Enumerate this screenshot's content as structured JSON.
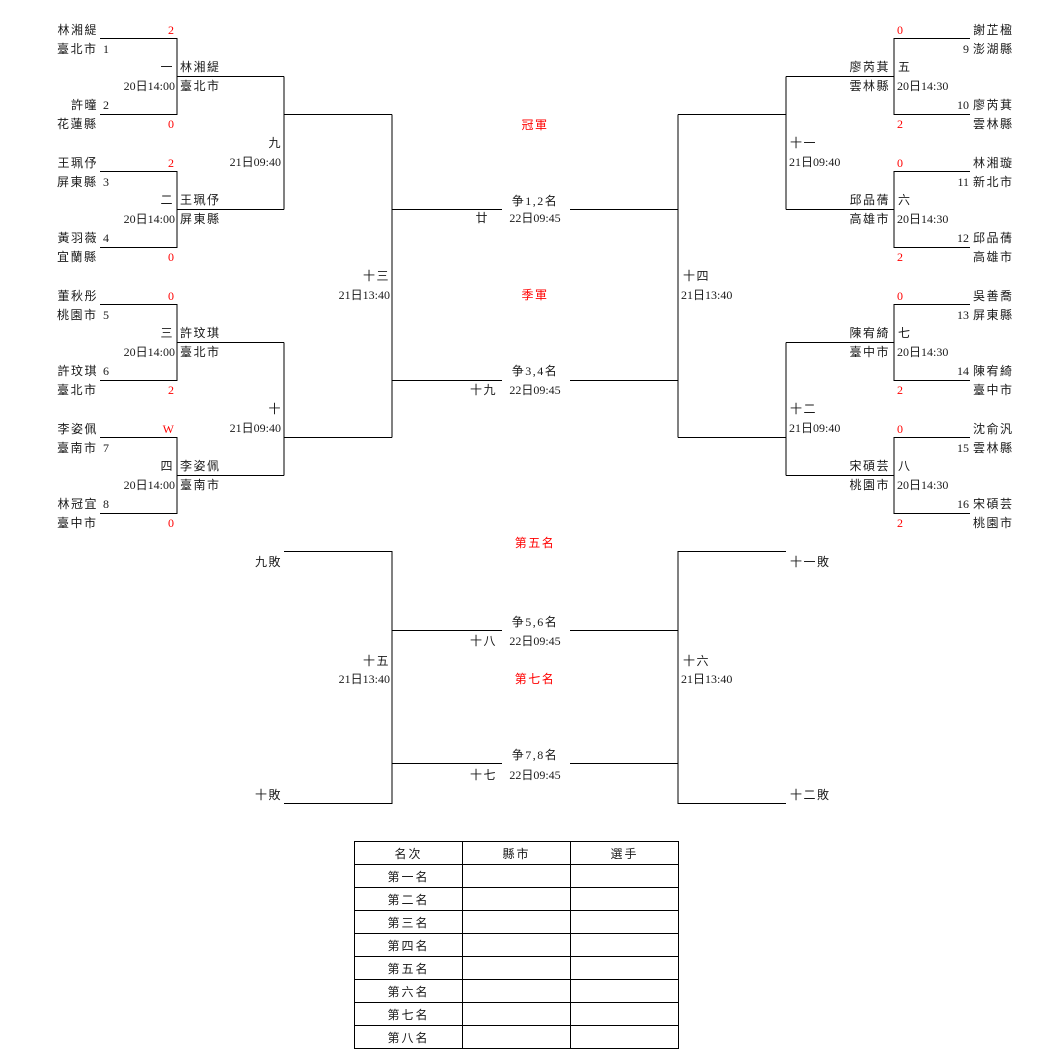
{
  "colors": {
    "accent_red": "#ff0000",
    "line": "#000000",
    "text": "#1a1a1a"
  },
  "bracket": {
    "left": {
      "matches": [
        {
          "label": "一",
          "time": "20日14:00",
          "top": {
            "name": "林湘緹",
            "city": "臺北市",
            "seed": "1",
            "score": "2"
          },
          "bottom": {
            "name": "許曈",
            "city": "花蓮縣",
            "seed": "2",
            "score": "0"
          },
          "winner": {
            "name": "林湘緹",
            "city": "臺北市"
          }
        },
        {
          "label": "二",
          "time": "20日14:00",
          "top": {
            "name": "王珮伃",
            "city": "屏東縣",
            "seed": "3",
            "score": "2"
          },
          "bottom": {
            "name": "黃羽薇",
            "city": "宜蘭縣",
            "seed": "4",
            "score": "0"
          },
          "winner": {
            "name": "王珮伃",
            "city": "屏東縣"
          }
        },
        {
          "label": "三",
          "time": "20日14:00",
          "top": {
            "name": "董秋彤",
            "city": "桃園市",
            "seed": "5",
            "score": "0"
          },
          "bottom": {
            "name": "許玟琪",
            "city": "臺北市",
            "seed": "6",
            "score": "2"
          },
          "winner": {
            "name": "許玟琪",
            "city": "臺北市"
          }
        },
        {
          "label": "四",
          "time": "20日14:00",
          "top": {
            "name": "李姿佩",
            "city": "臺南市",
            "seed": "7",
            "score": "W"
          },
          "bottom": {
            "name": "林冠宜",
            "city": "臺中市",
            "seed": "8",
            "score": "0"
          },
          "winner": {
            "name": "李姿佩",
            "city": "臺南市"
          }
        }
      ],
      "quarterfinals": [
        {
          "label": "九",
          "time": "21日09:40"
        },
        {
          "label": "十",
          "time": "21日09:40"
        }
      ],
      "semifinal": {
        "label": "十三",
        "time": "21日13:40"
      }
    },
    "right": {
      "matches": [
        {
          "label": "五",
          "time": "20日14:30",
          "top": {
            "name": "謝芷楹",
            "city": "澎湖縣",
            "seed": "9",
            "score": "0"
          },
          "bottom": {
            "name": "廖芮萁",
            "city": "雲林縣",
            "seed": "10",
            "score": "2"
          },
          "winner": {
            "name": "廖芮萁",
            "city": "雲林縣"
          }
        },
        {
          "label": "六",
          "time": "20日14:30",
          "top": {
            "name": "林湘璇",
            "city": "新北市",
            "seed": "11",
            "score": "0"
          },
          "bottom": {
            "name": "邱品蒨",
            "city": "高雄市",
            "seed": "12",
            "score": "2"
          },
          "winner": {
            "name": "邱品蒨",
            "city": "高雄市"
          }
        },
        {
          "label": "七",
          "time": "20日14:30",
          "top": {
            "name": "吳善喬",
            "city": "屏東縣",
            "seed": "13",
            "score": "0"
          },
          "bottom": {
            "name": "陳宥綺",
            "city": "臺中市",
            "seed": "14",
            "score": "2"
          },
          "winner": {
            "name": "陳宥綺",
            "city": "臺中市"
          }
        },
        {
          "label": "八",
          "time": "20日14:30",
          "top": {
            "name": "沈俞汎",
            "city": "雲林縣",
            "seed": "15",
            "score": "0"
          },
          "bottom": {
            "name": "宋碩芸",
            "city": "桃園市",
            "seed": "16",
            "score": "2"
          },
          "winner": {
            "name": "宋碩芸",
            "city": "桃園市"
          }
        }
      ],
      "quarterfinals": [
        {
          "label": "十一",
          "time": "21日09:40"
        },
        {
          "label": "十二",
          "time": "21日09:40"
        }
      ],
      "semifinal": {
        "label": "十四",
        "time": "21日13:40"
      }
    }
  },
  "placement_matches": {
    "final": {
      "title": "冠軍",
      "label": "争1,2名",
      "match": "廿",
      "time": "22日09:45"
    },
    "third": {
      "title": "季軍",
      "label": "争3,4名",
      "match": "十九",
      "time": "22日09:45"
    },
    "fifth": {
      "title": "第五名",
      "label": "争5,6名",
      "match": "十八",
      "time": "22日09:45"
    },
    "seventh": {
      "title": "第七名",
      "label": "争7,8名",
      "match": "十七",
      "time": "22日09:45"
    }
  },
  "consolation": {
    "left": {
      "top_entry": "九敗",
      "bottom_entry": "十敗",
      "label": "十五",
      "time": "21日13:40"
    },
    "right": {
      "top_entry": "十一敗",
      "bottom_entry": "十二敗",
      "label": "十六",
      "time": "21日13:40"
    }
  },
  "standings": {
    "headers": [
      "名次",
      "縣市",
      "選手"
    ],
    "rows": [
      {
        "rank": "第一名",
        "city": "",
        "player": ""
      },
      {
        "rank": "第二名",
        "city": "",
        "player": ""
      },
      {
        "rank": "第三名",
        "city": "",
        "player": ""
      },
      {
        "rank": "第四名",
        "city": "",
        "player": ""
      },
      {
        "rank": "第五名",
        "city": "",
        "player": ""
      },
      {
        "rank": "第六名",
        "city": "",
        "player": ""
      },
      {
        "rank": "第七名",
        "city": "",
        "player": ""
      },
      {
        "rank": "第八名",
        "city": "",
        "player": ""
      }
    ]
  }
}
